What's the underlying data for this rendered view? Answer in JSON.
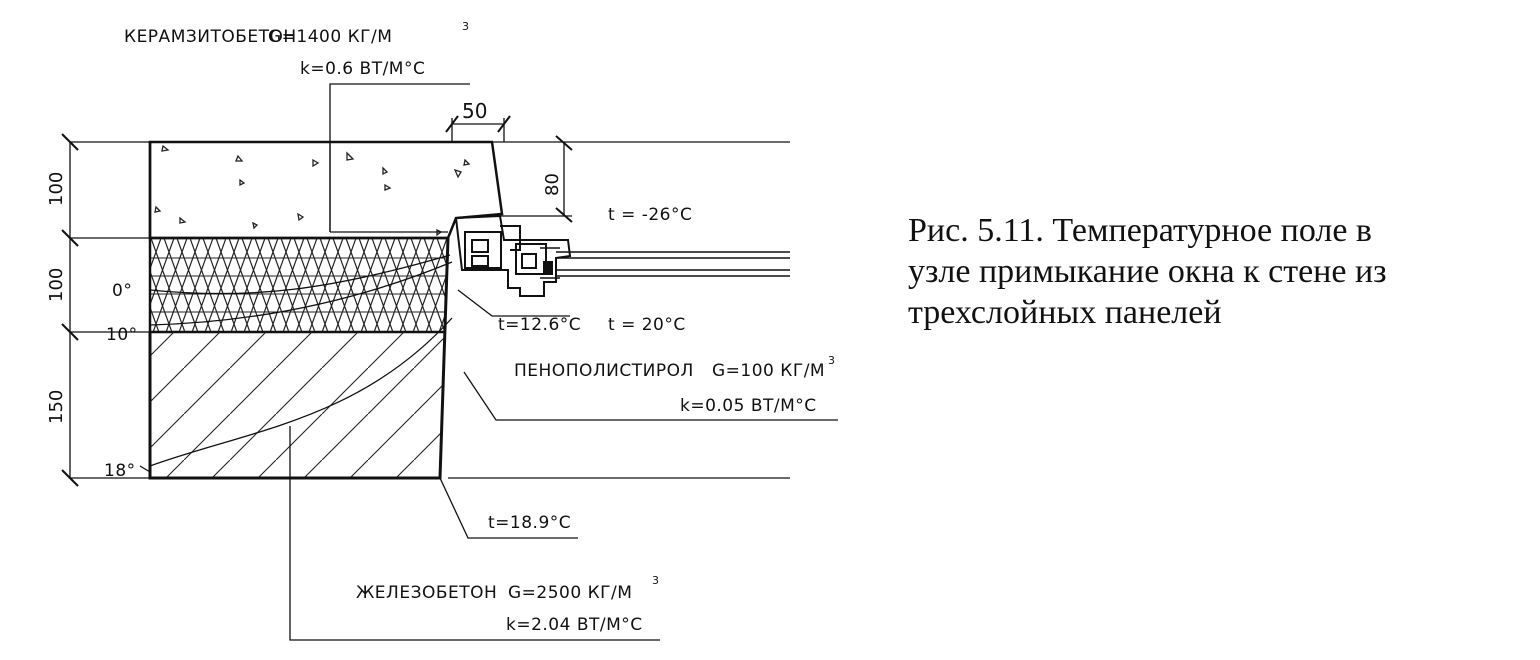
{
  "drawing": {
    "materials": {
      "expanded_clay_concrete": {
        "name": "КЕРАМЗИТОБЕТОН",
        "density": "G=1400 КГ/М",
        "density_exp": "3",
        "conductivity": "k=0.6  ВТ/М°С"
      },
      "polystyrene": {
        "name": "ПЕНОПОЛИСТИРОЛ",
        "density": "G=100 КГ/М",
        "density_exp": "3",
        "conductivity": "k=0.05 ВТ/М°С"
      },
      "reinforced_concrete": {
        "name": "ЖЕЛЕЗОБЕТОН",
        "density": "G=2500 КГ/М",
        "density_exp": "3",
        "conductivity": "k=2.04 ВТ/М°С"
      }
    },
    "dimensions": {
      "d1": "100",
      "d2": "100",
      "d3": "150",
      "width": "50",
      "height": "80"
    },
    "isotherms": {
      "iso0": "0°",
      "iso10": "10°",
      "iso18": "18°"
    },
    "temperatures": {
      "outside": "t = -26°С",
      "inside": "t = 20°С",
      "corner_insulation": "t=12.6°С",
      "corner_bottom": "t=18.9°С"
    }
  },
  "caption": {
    "line1": "Рис. 5.11. Температурное поле в",
    "line2": "узле примыкание окна к стене из",
    "line3": "трехслойных панелей"
  }
}
